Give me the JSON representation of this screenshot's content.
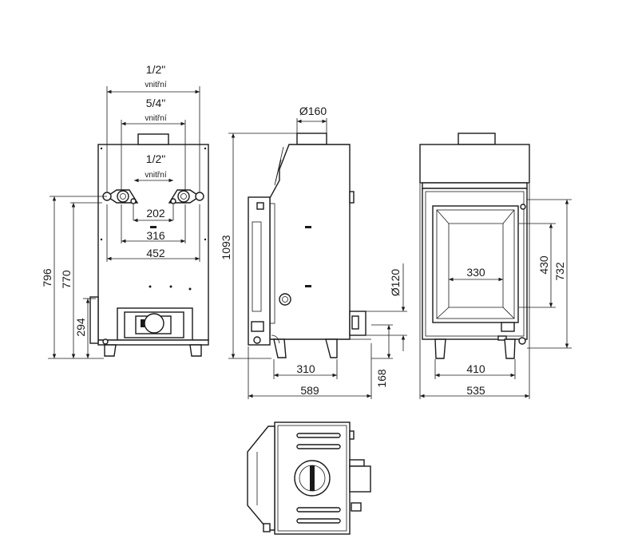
{
  "front_view": {
    "pipe_top": "1/2\"",
    "pipe_top_note": "vnitřní",
    "pipe_mid": "5/4\"",
    "pipe_mid_note": "vnitřní",
    "pipe_low": "1/2\"",
    "pipe_low_note": "vnitřní",
    "dim_202": "202",
    "dim_316": "316",
    "dim_452": "452",
    "dim_796": "796",
    "dim_770": "770",
    "dim_294": "294"
  },
  "side_view": {
    "flue_diameter": "Ø160",
    "dim_1093": "1093",
    "dim_310": "310",
    "dim_589": "589",
    "air_diameter": "Ø120",
    "dim_168": "168"
  },
  "rear_view": {
    "dim_330": "330",
    "dim_430": "430",
    "dim_732": "732",
    "dim_410": "410",
    "dim_535": "535"
  }
}
